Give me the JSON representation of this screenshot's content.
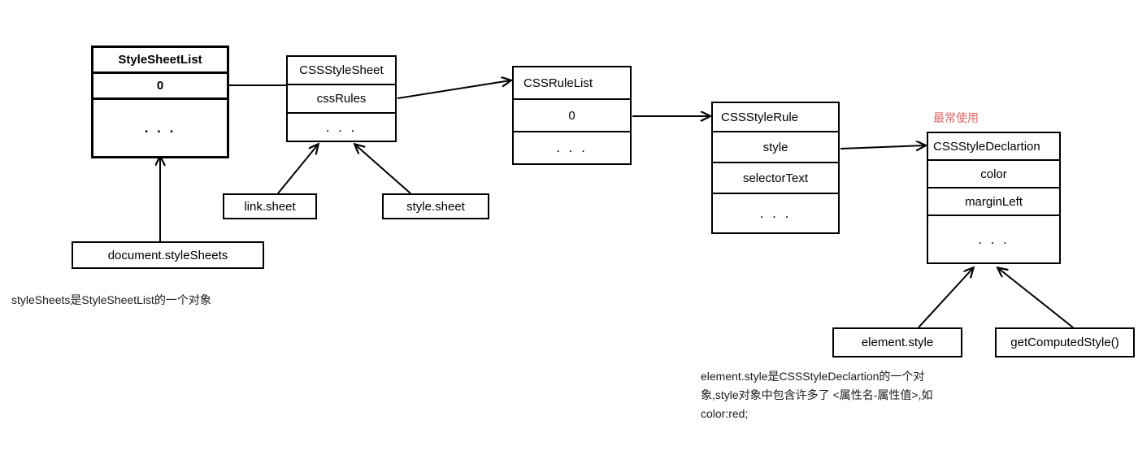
{
  "diagram": {
    "title": "CSSOM object model relationships",
    "accent_red": "#e06666",
    "line_color": "#000000",
    "background": "#ffffff"
  },
  "classes": {
    "stylesheetlist": {
      "name": "StyleSheetList",
      "rows": [
        "0",
        ". . ."
      ]
    },
    "cssstylesheet": {
      "name": "CSSStyleSheet",
      "rows": [
        "cssRules",
        ". . ."
      ]
    },
    "cssrulelist": {
      "name": "CSSRuleList",
      "rows": [
        "0",
        ". . ."
      ]
    },
    "cssstylerule": {
      "name": "CSSStyleRule",
      "rows": [
        "style",
        "selectorText",
        ". . ."
      ]
    },
    "cssstyledeclaration": {
      "name": "CSSStyleDeclartion",
      "rows": [
        "color",
        "marginLeft",
        ". . ."
      ]
    }
  },
  "labels": {
    "document_stylesheets": "document.styleSheets",
    "link_sheet": "link.sheet",
    "style_sheet": "style.sheet",
    "element_style": "element.style",
    "get_computed_style": "getComputedStyle()"
  },
  "annotations": {
    "most_used": "最常使用",
    "note_stylesheets": "styleSheets是StyleSheetList的一个对象",
    "note_element_style_line1": "element.style是CSSStyleDeclartion的一个对",
    "note_element_style_line2": "象,style对象中包含许多了 <属性名-属性值>,如",
    "note_element_style_line3": "color:red;"
  }
}
